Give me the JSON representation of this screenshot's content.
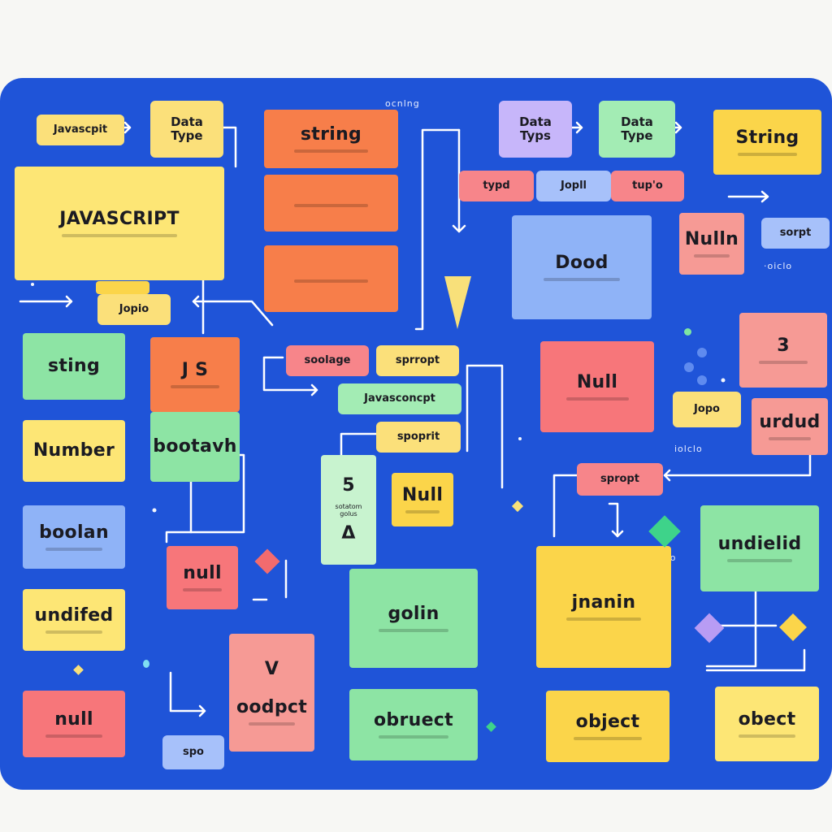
{
  "top_label": "ocnlng",
  "right_label_a": "·oiclo",
  "right_label_b": "iolclo",
  "right_label_c": "1 o o",
  "blocks": {
    "javascript_main": "JAVASCRIPT",
    "string_top": "string",
    "string_right": "String",
    "dood": "Dood",
    "nulln": "Nulln",
    "three": "3",
    "null_mid": "Null",
    "urdud": "urdud",
    "string_left": "sting",
    "number": "Number",
    "boolan": "boolan",
    "undifed": "undifed",
    "null_bottom": "null",
    "js": "J S",
    "bootavh": "bootavh",
    "null_red": "null",
    "v_letter": "V",
    "oodpct": "oodpct",
    "five": "5",
    "golin": "golin",
    "obruect": "obruect",
    "null_yellow": "Null",
    "jnanin": "jnanin",
    "object": "object",
    "undielid": "undielid",
    "obect": "obect",
    "five_sub": "sotatom golus",
    "delta": "Δ"
  },
  "tags": {
    "javascript_tag": "Javascpit",
    "data_type_1": "Data Type",
    "data_type_2": "Data Typs",
    "data_type_3": "Data Type",
    "typd": "typd",
    "jopll": "Jopll",
    "tup": "tup'o",
    "sorpt": "sorpt",
    "jopio": "Jopio",
    "soolage": "soolage",
    "sprrorpt": "sprropt",
    "javascript_small": "Javasconcpt",
    "spoprit": "spoprit",
    "spropt_right": "spropt",
    "jopo": "Jopo",
    "spo": "spo"
  }
}
